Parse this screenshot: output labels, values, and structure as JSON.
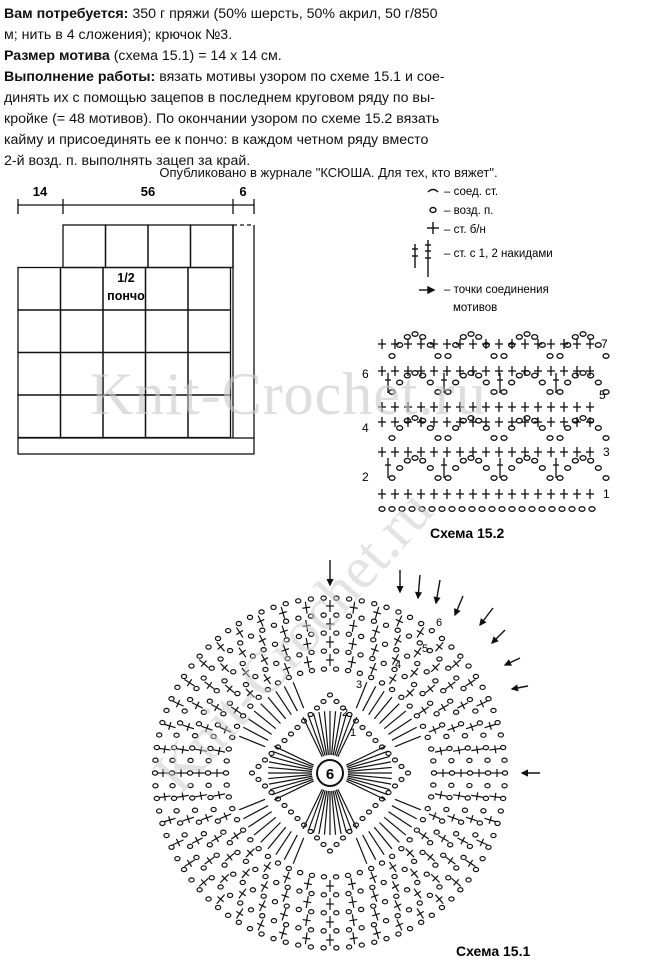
{
  "instructions": {
    "needs_label": "Вам потребуется:",
    "needs_line1": " 350 г пряжи (50% шерсть, 50% акрил, 50 г/850",
    "needs_line2": "м; нить в 4 сложения); крючок №3.",
    "size_label": "Размер мотива",
    "size_text": " (схема 15.1) = 14 х 14 см.",
    "work_label": "Выполнение работы:",
    "work_line1": " вязать мотивы узором по схеме 15.1 и сое-",
    "work_line2": "динять их с помощью зацепов в последнем круговом ряду по вы-",
    "work_line3": "кройке (= 48 мотивов). По окончании узором по схеме 15.2 вязать",
    "work_line4": "кайму и присоединять ее к пончо: в каждом четном ряду вместо",
    "work_line5": "2-й возд. п. выполнять зацеп за край."
  },
  "published": "Опубликовано в журнале \"КСЮША. Для тех, кто вяжет\".",
  "pattern": {
    "dim_left": "14",
    "dim_middle": "56",
    "dim_right": "6",
    "label_line1": "1/2",
    "label_line2": "пончо"
  },
  "legend": [
    {
      "icon": "slip-stitch-icon",
      "text": "– соед. ст."
    },
    {
      "icon": "chain-stitch-icon",
      "text": "– возд. п."
    },
    {
      "icon": "single-crochet-icon",
      "text": "– ст. б/н"
    },
    {
      "icon": "double-crochet-icon",
      "text": "– ст. с 1, 2 накидами"
    },
    {
      "icon": "arrow-icon",
      "text": "– точки соединения"
    },
    {
      "icon": "",
      "text": "мотивов"
    }
  ],
  "scheme2": {
    "caption": "Схема 15.2",
    "rows_right": [
      "1",
      "3",
      "5",
      "7"
    ],
    "rows_left": [
      "2",
      "4",
      "6"
    ]
  },
  "scheme1": {
    "caption": "Схема 15.1",
    "center": "6",
    "rounds": [
      "1",
      "2",
      "3",
      "4",
      "5",
      "6"
    ]
  },
  "watermark": "Knit-Crochet.ru",
  "colors": {
    "ink": "#111111",
    "watermark": "#c9c9c9"
  }
}
